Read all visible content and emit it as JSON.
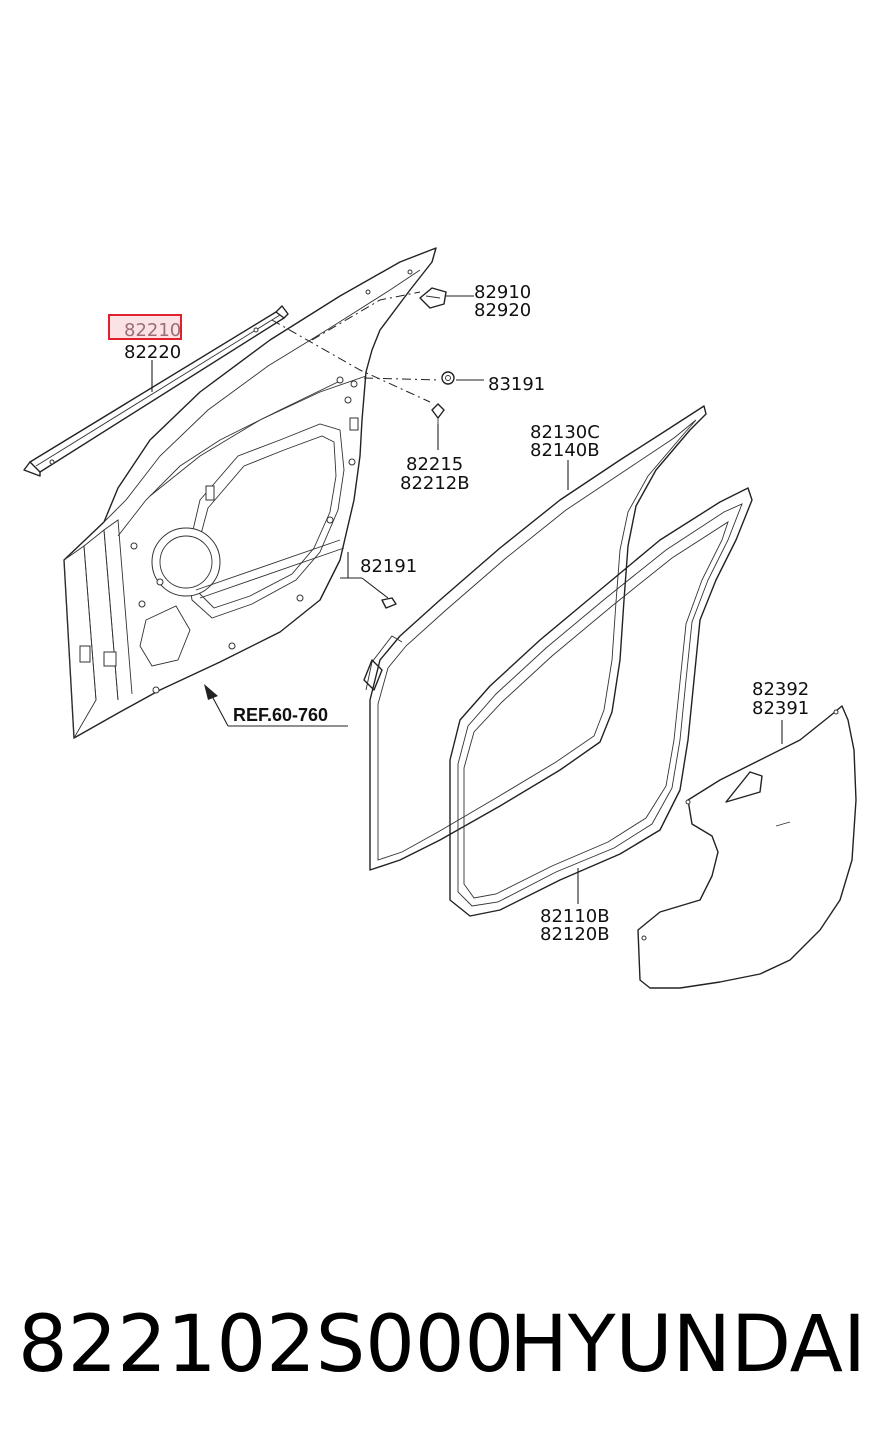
{
  "diagram": {
    "labels": {
      "l82210": "82210",
      "l82220": "82220",
      "l82910": "82910",
      "l82920": "82920",
      "l83191": "83191",
      "l82215": "82215",
      "l82212b": "82212B",
      "l82130c": "82130C",
      "l82140b": "82140B",
      "l82191": "82191",
      "lref": "REF.60-760",
      "l82392": "82392",
      "l82391": "82391",
      "l82110b": "82110B",
      "l82120b": "82120B"
    },
    "highlight_color": "#e0202a",
    "highlight_fill": "#fbe3e5"
  },
  "footer": {
    "part_number": "822102S000",
    "brand": "HYUNDAI"
  }
}
